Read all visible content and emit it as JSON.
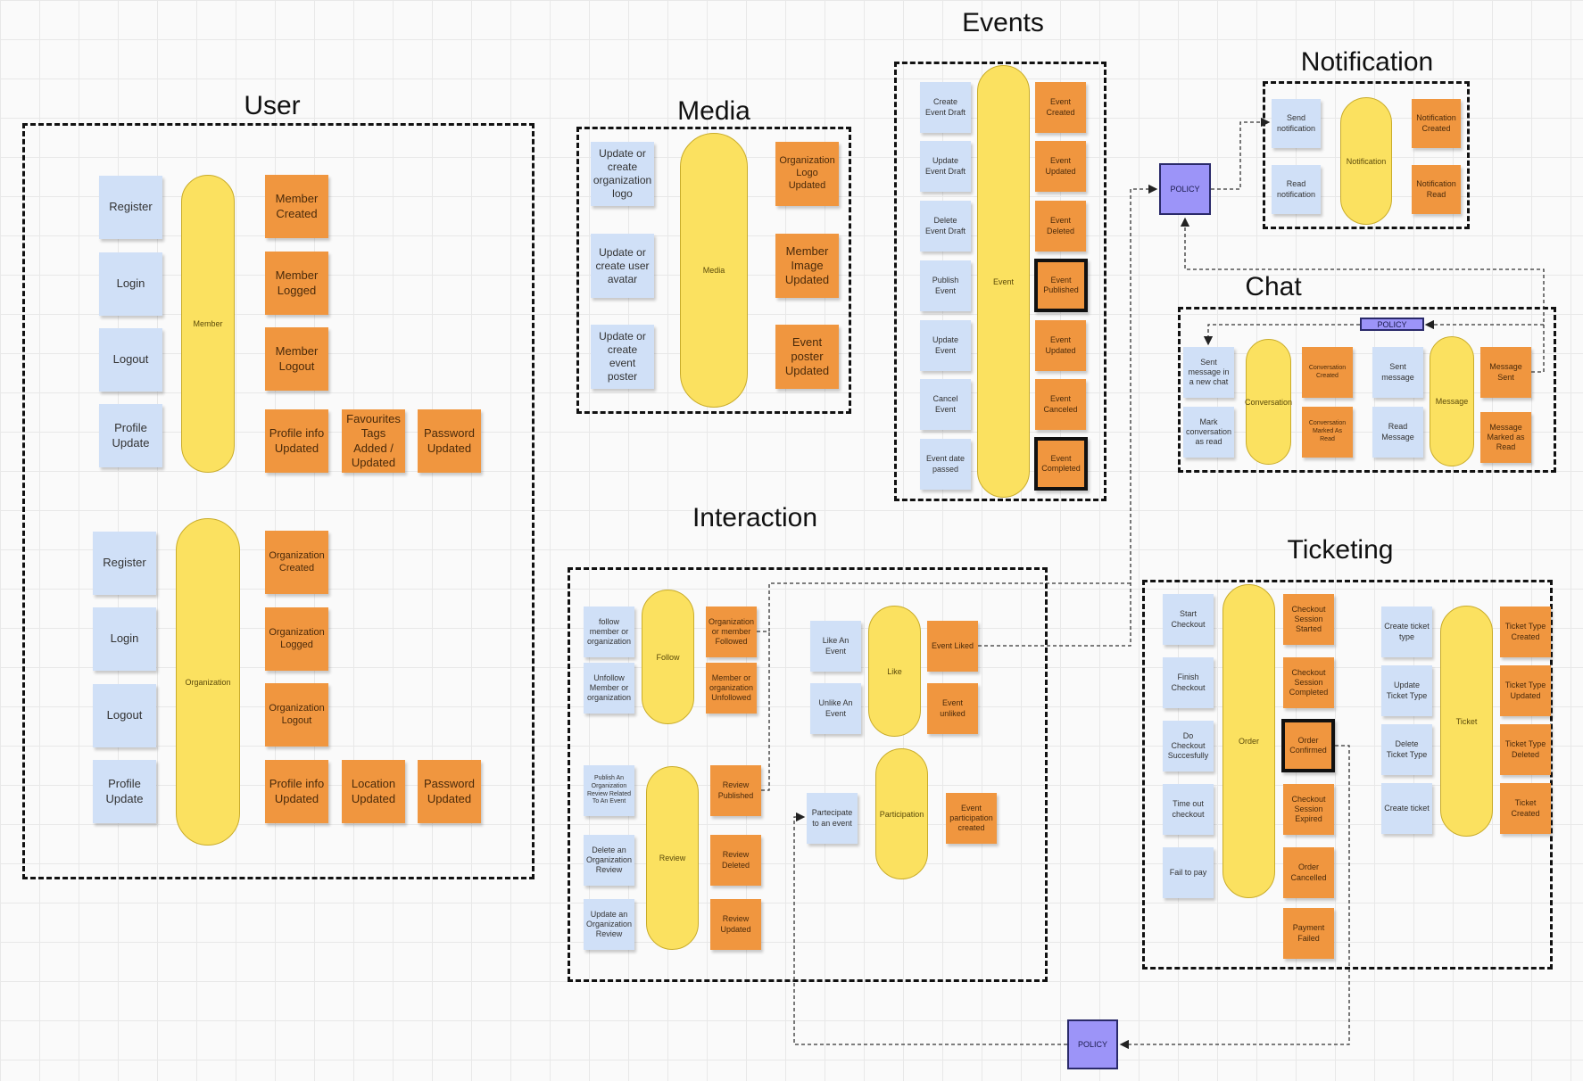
{
  "sections": {
    "user": {
      "title": "User"
    },
    "media": {
      "title": "Media"
    },
    "events": {
      "title": "Events"
    },
    "notification": {
      "title": "Notification"
    },
    "chat": {
      "title": "Chat"
    },
    "interaction": {
      "title": "Interaction"
    },
    "ticketing": {
      "title": "Ticketing"
    }
  },
  "user": {
    "member": {
      "aggregate": "Member",
      "commands": [
        "Register",
        "Login",
        "Logout",
        "Profile Update"
      ],
      "events": [
        "Member Created",
        "Member Logged",
        "Member Logout",
        "Profile info Updated",
        "Favourites Tags Added / Updated",
        "Password Updated"
      ]
    },
    "organization": {
      "aggregate": "Organization",
      "commands": [
        "Register",
        "Login",
        "Logout",
        "Profile Update"
      ],
      "events": [
        "Organization Created",
        "Organization Logged",
        "Organization Logout",
        "Profile info Updated",
        "Location Updated",
        "Password Updated"
      ]
    }
  },
  "media": {
    "aggregate": "Media",
    "commands": [
      "Update or create organization logo",
      "Update or create user avatar",
      "Update or create event poster"
    ],
    "events": [
      "Organization Logo Updated",
      "Member Image Updated",
      "Event poster Updated"
    ]
  },
  "events": {
    "aggregate": "Event",
    "commands": [
      "Create Event Draft",
      "Update Event Draft",
      "Delete Event Draft",
      "Publish Event",
      "Update Event",
      "Cancel Event",
      "Event date passed"
    ],
    "events": [
      "Event Created",
      "Event Updated",
      "Event Deleted",
      "Event Published",
      "Event Updated",
      "Event Canceled",
      "Event Completed"
    ]
  },
  "notification": {
    "aggregate": "Notification",
    "commands": [
      "Send notification",
      "Read notification"
    ],
    "events": [
      "Notification Created",
      "Notification Read"
    ]
  },
  "chat": {
    "policy": "POLICY",
    "conversation": {
      "aggregate": "Conversation",
      "commands": [
        "Sent message in a new chat",
        "Mark conversation as read"
      ],
      "events": [
        "Conversation Created",
        "Conversation Marked As Read"
      ]
    },
    "message": {
      "aggregate": "Message",
      "commands": [
        "Sent message",
        "Read Message"
      ],
      "events": [
        "Message Sent",
        "Message Marked as Read"
      ]
    }
  },
  "interaction": {
    "follow": {
      "aggregate": "Follow",
      "commands": [
        "follow member or organization",
        "Unfollow Member or organization"
      ],
      "events": [
        "Organization or member Followed",
        "Member or organization Unfollowed"
      ]
    },
    "review": {
      "aggregate": "Review",
      "commands": [
        "Publish An Organization Review Related To An Event",
        "Delete an Organization Review",
        "Update an Organization Review"
      ],
      "events": [
        "Review Published",
        "Review Deleted",
        "Review Updated"
      ]
    },
    "like": {
      "aggregate": "Like",
      "commands": [
        "Like An Event",
        "Unlike An Event"
      ],
      "events": [
        "Event Liked",
        "Event unliked"
      ]
    },
    "participation": {
      "aggregate": "Participation",
      "commands": [
        "Partecipate to an event"
      ],
      "events": [
        "Event participation created"
      ]
    }
  },
  "ticketing": {
    "order": {
      "aggregate": "Order",
      "commands": [
        "Start Checkout",
        "Finish Checkout",
        "Do Checkout Succesfully",
        "Time out checkout",
        "Fail to pay"
      ],
      "events": [
        "Checkout Session Started",
        "Checkout Session Completed",
        "Order Confirmed",
        "Checkout Session Expired",
        "Order Cancelled",
        "Payment Failed"
      ]
    },
    "ticket": {
      "aggregate": "Ticket",
      "commands": [
        "Create ticket type",
        "Update Ticket Type",
        "Delete Ticket Type",
        "Create ticket"
      ],
      "events": [
        "Ticket Type Created",
        "Ticket Type Updated",
        "Ticket Type Deleted",
        "Ticket Created"
      ]
    }
  },
  "policies": {
    "top": "POLICY",
    "bottom": "POLICY"
  },
  "colors": {
    "command": "#d0e0f7",
    "event": "#f0963f",
    "aggregate": "#fbe160",
    "policy": "#9c94f8"
  }
}
